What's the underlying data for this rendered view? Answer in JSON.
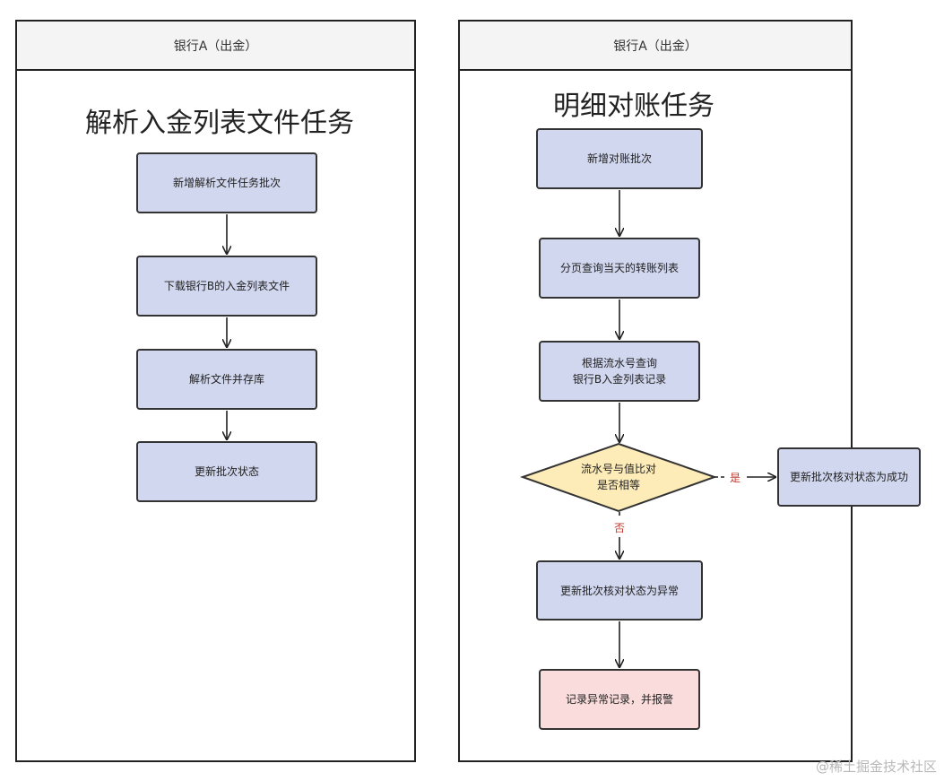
{
  "left_lane": {
    "header": "银行A（出金）",
    "title": "解析入金列表文件任务",
    "steps": [
      "新增解析文件任务批次",
      "下载银行B的入金列表文件",
      "解析文件并存库",
      "更新批次状态"
    ]
  },
  "right_lane": {
    "header": "银行A（出金）",
    "title": "明细对账任务",
    "steps": [
      "新增对账批次",
      "分页查询当天的转账列表",
      "根据流水号查询\n银行B入金列表记录"
    ],
    "decision": "流水号与值比对\n是否相等",
    "yes_label": "是",
    "no_label": "否",
    "success_step": "更新批次核对状态为成功",
    "failure_step": "更新批次核对状态为异常",
    "final_step": "记录异常记录，并报警"
  },
  "colors": {
    "process_fill": "#d1d7ef",
    "decision_fill": "#fdebb8",
    "alert_fill": "#fadcdc",
    "label": "#c0392b"
  },
  "watermark": "@稀土掘金技术社区"
}
